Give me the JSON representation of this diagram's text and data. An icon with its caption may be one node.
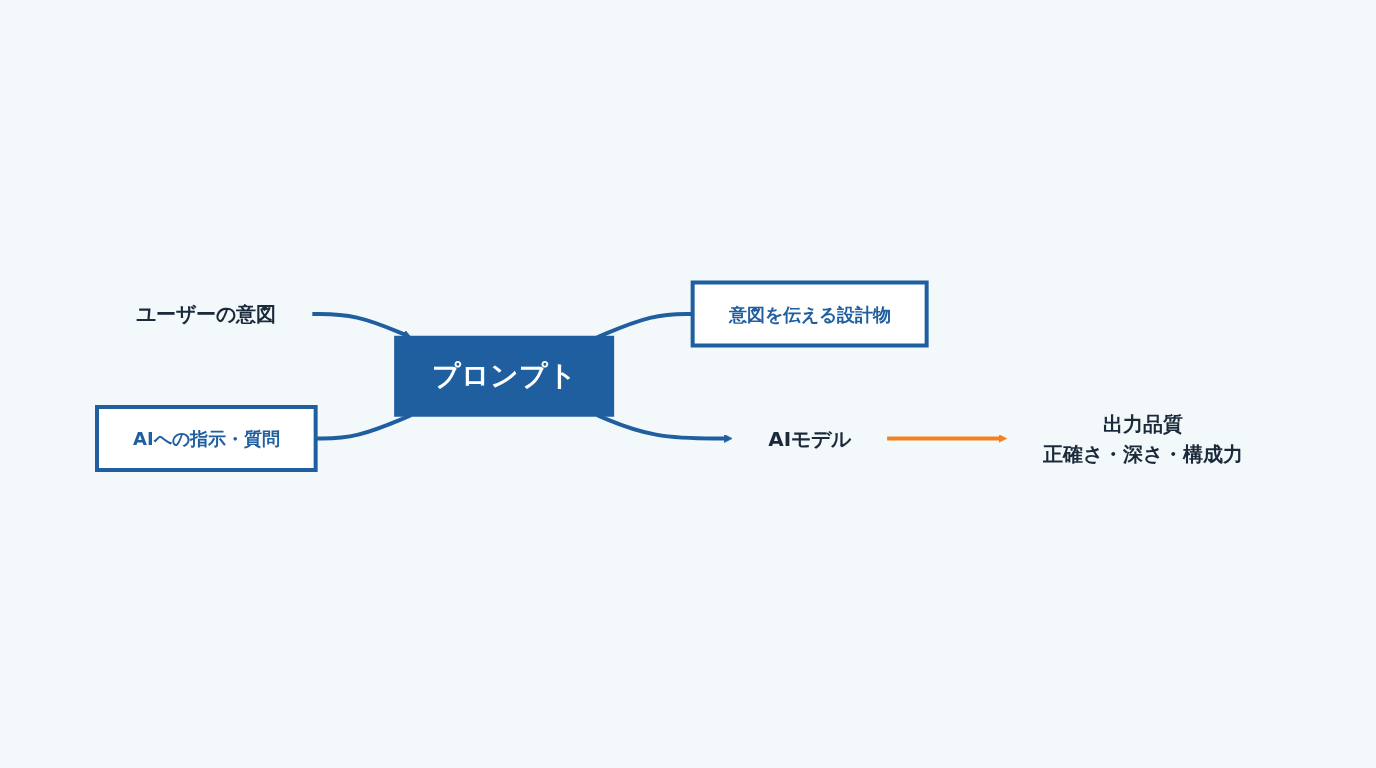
{
  "diagram": {
    "nodes": [
      {
        "text": [
          "ユーザーの意図"
        ]
      },
      {
        "text": [
          "AIへの指示・質問"
        ]
      },
      {
        "text": [
          "プロンプト"
        ]
      },
      {
        "text": [
          "意図を伝える設計物"
        ]
      },
      {
        "text": [
          "AIモデル"
        ]
      },
      {
        "text": [
          "出力品質",
          "正確さ・深さ・構成力"
        ]
      }
    ],
    "edges": [
      {
        "from": 0,
        "to": 2,
        "arrow": "to"
      },
      {
        "from": 1,
        "to": 2,
        "arrow": "none"
      },
      {
        "from": 2,
        "to": 3,
        "arrow": "none"
      },
      {
        "from": 2,
        "to": 4,
        "arrow": "to"
      },
      {
        "from": 4,
        "to": 5,
        "arrow": "to",
        "color": "#f5821f"
      }
    ]
  }
}
